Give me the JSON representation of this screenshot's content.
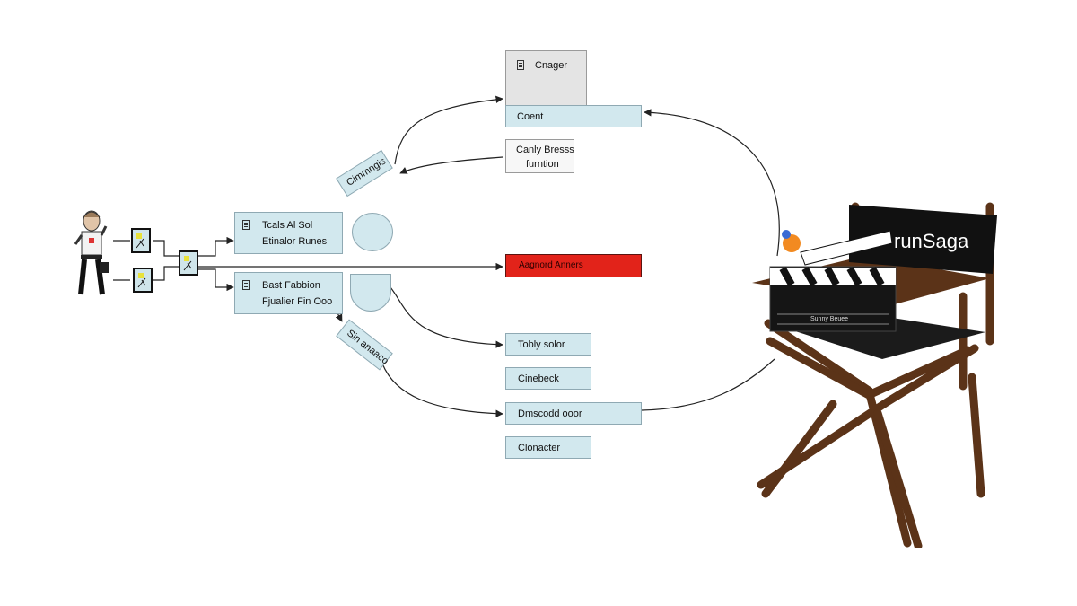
{
  "nodes": {
    "changer": "Cnager",
    "count": "Coent",
    "early_breeze": [
      "Canly Bresss",
      "furntion"
    ],
    "changes": "Cimmngis",
    "tools": [
      "Tcals Al Sol",
      "Etinalor Runes"
    ],
    "assigned": "Aagnord Anners",
    "fashion": [
      "Bast Fabbion",
      "Fjualier Fin Ooo"
    ],
    "stream": "Sin anaaco",
    "tabs": "Tobly solor",
    "checkback": "Cinebeck",
    "discord": "Dmscodd ooor",
    "character": "Clonacter"
  },
  "chair": {
    "brand": "runSaga",
    "slate_text": "Sunny Beuee"
  },
  "colors": {
    "box_fill": "#d2e8ee",
    "box_border": "#8fa9b3",
    "highlight": "#e2231a",
    "chair_wood": "#5b3318",
    "canvas_back": "#1a1a1a"
  }
}
